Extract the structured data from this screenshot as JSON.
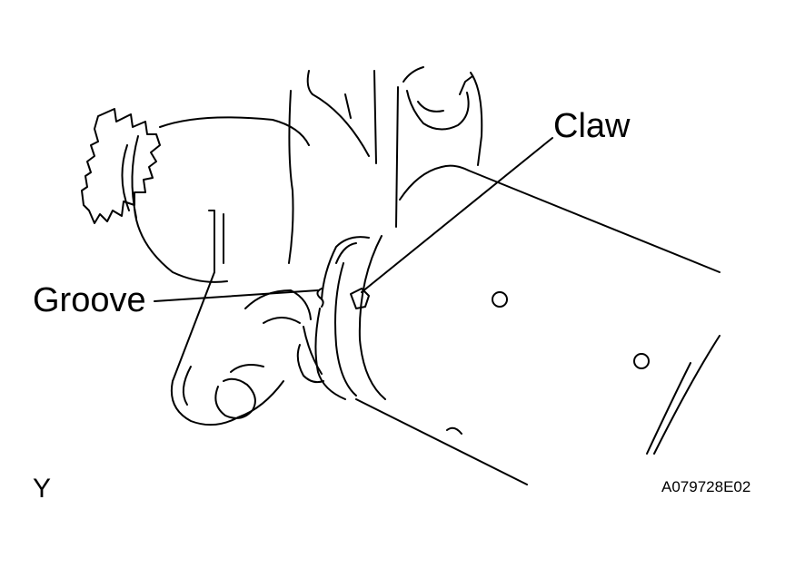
{
  "labels": {
    "claw": "Claw",
    "groove": "Groove",
    "view_letter": "Y",
    "figure_code": "A079728E02"
  },
  "colors": {
    "line": "#000000",
    "background": "#ffffff"
  }
}
